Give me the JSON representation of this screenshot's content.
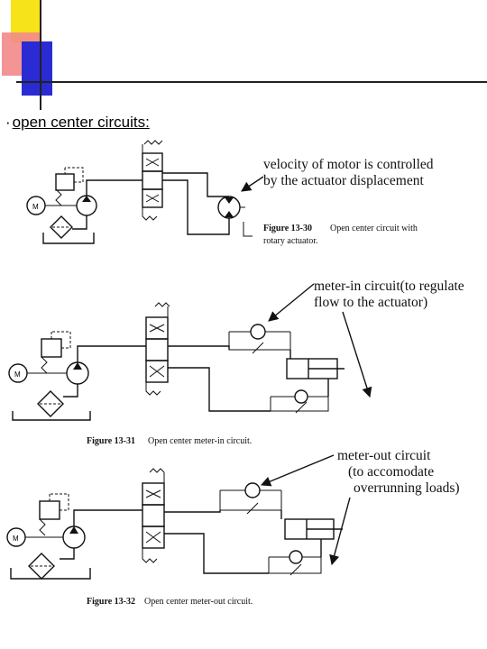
{
  "slide": {
    "bullet": "·",
    "title": "open center circuits:",
    "colors": {
      "yellow": "#f7e31a",
      "red": "#f28a8a",
      "blue": "#2b2bd4",
      "line": "#222222"
    }
  },
  "figures": [
    {
      "annotation_lines": [
        "velocity of motor is controlled",
        "by the actuator displacement"
      ],
      "caption_number": "Figure 13-30",
      "caption_text_lines": [
        "Open center circuit with",
        "rotary actuator."
      ]
    },
    {
      "annotation_lines": [
        "meter-in circuit(to regulate",
        "flow to the actuator)"
      ],
      "caption_number": "Figure 13-31",
      "caption_text_lines": [
        "Open center meter-in circuit."
      ]
    },
    {
      "annotation_lines": [
        "meter-out circuit",
        "(to accomodate",
        "overrunning loads)"
      ],
      "caption_number": "Figure 13-32",
      "caption_text_lines": [
        "Open center meter-out circuit."
      ]
    }
  ],
  "symbols": {
    "motor_label": "M"
  }
}
